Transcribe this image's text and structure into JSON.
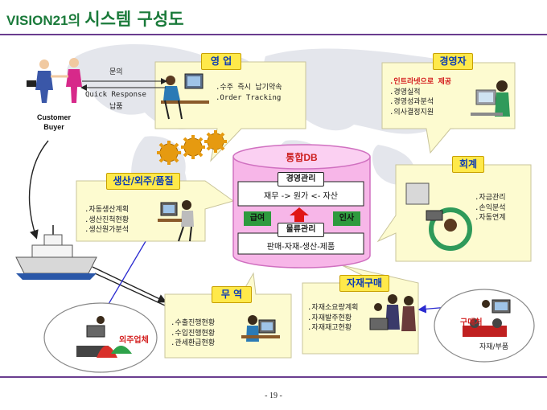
{
  "title": {
    "prefix": "VISION21의",
    "main": "시스템 구성도"
  },
  "page_number": "- 19 -",
  "customer": {
    "label_line1": "Customer",
    "label_line2": "Buyer"
  },
  "customer_exchange": {
    "inquiry": "문의",
    "quick_response": "Quick Response",
    "delivery": "납품"
  },
  "sales": {
    "label": "영 업",
    "items": [
      ".수주 즉시 납기약속",
      ".Order Tracking"
    ]
  },
  "executive": {
    "label": "경영자",
    "items": [
      ".인트라넷으로 제공",
      ".경영실적",
      ".경영성과분석",
      ".의사결정지원"
    ],
    "highlight_color": "#d42020"
  },
  "database": {
    "title": "통합DB",
    "management_label": "경영관리",
    "management_flow": "재무 -> 원가 <- 자산",
    "payroll_label": "급여",
    "hr_label": "인사",
    "logistics_label": "물류관리",
    "logistics_flow": "판매-자재-생산-제품"
  },
  "production": {
    "label": "생산/외주/품질",
    "items": [
      ".자동생산계획",
      ".생산진척현황",
      ".생산원가분석"
    ]
  },
  "accounting": {
    "label": "회계",
    "items": [
      ".자금관리",
      ".손익분석",
      ".자동연계"
    ]
  },
  "trade": {
    "label": "무 역",
    "items": [
      ".수출진행현황",
      ".수입진행현황",
      ".관세환급현황"
    ]
  },
  "purchasing": {
    "label": "자재구매",
    "items": [
      ".자재소요량계획",
      ".자재발주현황",
      ".자재재고현황"
    ]
  },
  "outsourcer": {
    "label": "외주업체"
  },
  "supplier": {
    "label": "구매처",
    "item": "자재/부품"
  },
  "colors": {
    "title": "#1a7a3a",
    "rule": "#6a3d8f",
    "card": "#fdfbd0",
    "card_border": "#c9c49a",
    "badge": "#ffe94a",
    "badge_text": "#0a3ab5",
    "db_fill": "#f7b6e8",
    "db_stroke": "#d070c0",
    "db_title": "#cc1f1f",
    "green_badge": "#2e9a3e",
    "connector": "#2a2ad0"
  }
}
